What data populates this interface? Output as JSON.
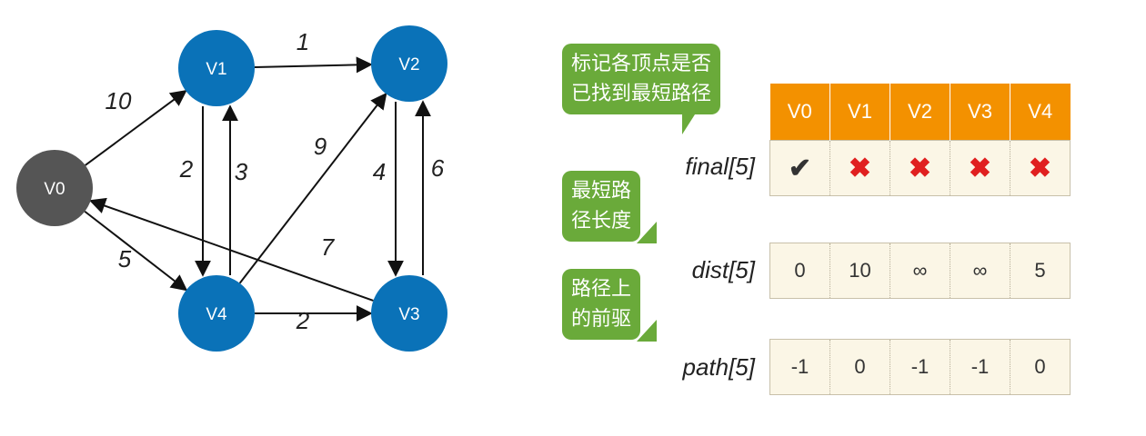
{
  "graph": {
    "nodes": [
      "V0",
      "V1",
      "V2",
      "V3",
      "V4"
    ],
    "edges": [
      {
        "from": "V0",
        "to": "V1",
        "weight": "10"
      },
      {
        "from": "V0",
        "to": "V4",
        "weight": "5"
      },
      {
        "from": "V1",
        "to": "V2",
        "weight": "1"
      },
      {
        "from": "V1",
        "to": "V4",
        "weight": "2"
      },
      {
        "from": "V4",
        "to": "V1",
        "weight": "3"
      },
      {
        "from": "V4",
        "to": "V2",
        "weight": "9"
      },
      {
        "from": "V2",
        "to": "V3",
        "weight": "4"
      },
      {
        "from": "V3",
        "to": "V2",
        "weight": "6"
      },
      {
        "from": "V3",
        "to": "V0",
        "weight": "7"
      },
      {
        "from": "V4",
        "to": "V3",
        "weight": "2"
      }
    ],
    "colors": {
      "source_node": "#555555",
      "other_node": "#0a72b8",
      "edge": "#111111"
    }
  },
  "callouts": {
    "final_note": [
      "标记各顶点是否",
      "已找到最短路径"
    ],
    "dist_note": [
      "最短路",
      "径长度"
    ],
    "path_note": [
      "路径上",
      "的前驱"
    ]
  },
  "table": {
    "headers": [
      "V0",
      "V1",
      "V2",
      "V3",
      "V4"
    ],
    "header_color": "#f39100",
    "rows": [
      {
        "label": "final[5]",
        "cells": [
          "✔",
          "✖",
          "✖",
          "✖",
          "✖"
        ]
      },
      {
        "label": "dist[5]",
        "cells": [
          "0",
          "10",
          "∞",
          "∞",
          "5"
        ]
      },
      {
        "label": "path[5]",
        "cells": [
          "-1",
          "0",
          "-1",
          "-1",
          "0"
        ]
      }
    ]
  }
}
